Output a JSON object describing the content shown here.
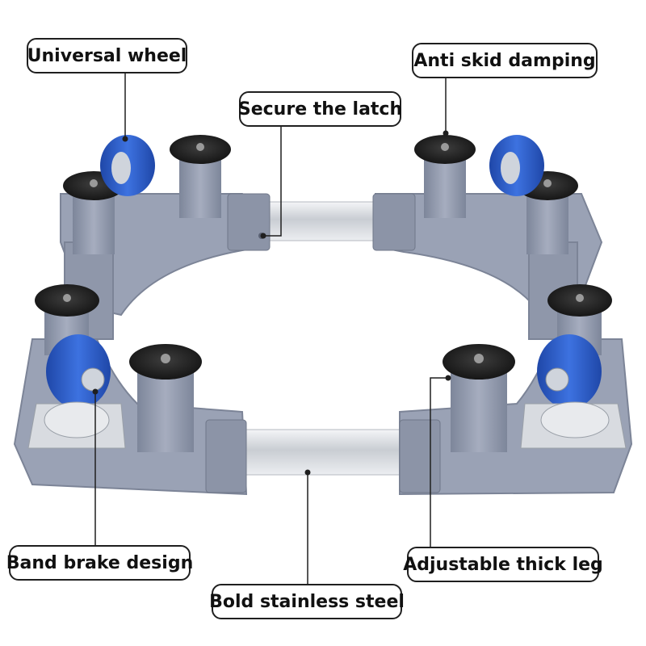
{
  "labels": {
    "universal_wheel": "Universal wheel",
    "anti_skid_damping": "Anti skid damping",
    "secure_latch": "Secure the latch",
    "band_brake": "Band brake design",
    "adjustable_leg": "Adjustable thick leg",
    "bold_steel": "Bold stainless steel"
  },
  "colors": {
    "frame": "#9aa2b5",
    "frame_dark": "#7c8497",
    "wheel": "#2f5fc8",
    "steel": "#d8dbe0",
    "pad": "#2b2b2b",
    "callout": "#1f1f1f"
  }
}
